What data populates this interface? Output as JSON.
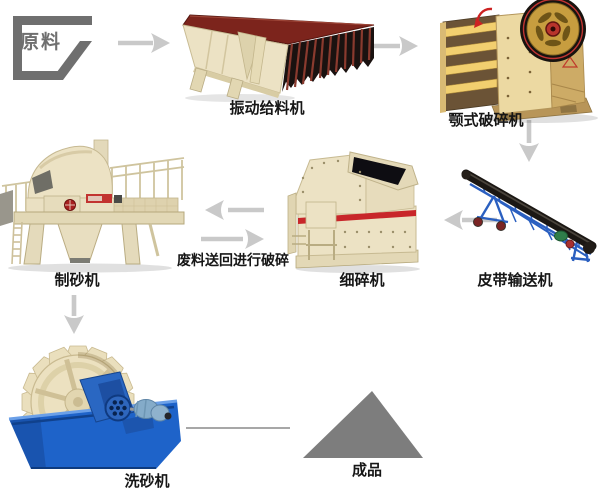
{
  "diagram": {
    "nodes": [
      {
        "id": "raw-material",
        "label": "原料",
        "icon": "hopper-outline-icon"
      },
      {
        "id": "vibrating-feeder",
        "label": "振动给料机",
        "icon": "vibrating-feeder-photo"
      },
      {
        "id": "jaw-crusher",
        "label": "颚式破碎机",
        "icon": "jaw-crusher-photo"
      },
      {
        "id": "belt-conveyor",
        "label": "皮带输送机",
        "icon": "belt-conveyor-photo"
      },
      {
        "id": "fine-crusher",
        "label": "细碎机",
        "icon": "fine-crusher-photo"
      },
      {
        "id": "sand-maker",
        "label": "制砂机",
        "icon": "sand-maker-photo"
      },
      {
        "id": "sand-washer",
        "label": "洗砂机",
        "icon": "sand-washer-photo"
      },
      {
        "id": "finished-product",
        "label": "成品",
        "icon": "sand-pile-triangle"
      }
    ],
    "annotations": {
      "waste_return": "废料送回进行破碎"
    },
    "edges": [
      {
        "from": "raw-material",
        "to": "vibrating-feeder",
        "type": "arrow-right"
      },
      {
        "from": "vibrating-feeder",
        "to": "jaw-crusher",
        "type": "arrow-right"
      },
      {
        "from": "jaw-crusher",
        "to": "belt-conveyor",
        "type": "arrow-down"
      },
      {
        "from": "belt-conveyor",
        "to": "fine-crusher",
        "type": "arrow-left"
      },
      {
        "from": "fine-crusher",
        "to": "sand-maker",
        "type": "arrow-left"
      },
      {
        "from": "sand-maker",
        "to": "fine-crusher",
        "type": "arrow-right",
        "note": "废料送回进行破碎"
      },
      {
        "from": "sand-maker",
        "to": "sand-washer",
        "type": "arrow-down"
      },
      {
        "from": "sand-washer",
        "to": "finished-product",
        "type": "plain-line"
      }
    ]
  },
  "colors": {
    "arrow_gray": "#c9c9c9",
    "label_ink": "#161616",
    "raw_gray": "#6f6f6f",
    "pile_gray": "#7d7d7d",
    "maroon": "#7c241c",
    "cream": "#ece2c4",
    "crusher_yellow": "#ecd9a2",
    "gold": "#c79d3f",
    "conveyor_blue": "#2a5fc0",
    "washer_blue": "#1e63c9",
    "red_accent": "#c8262a"
  }
}
